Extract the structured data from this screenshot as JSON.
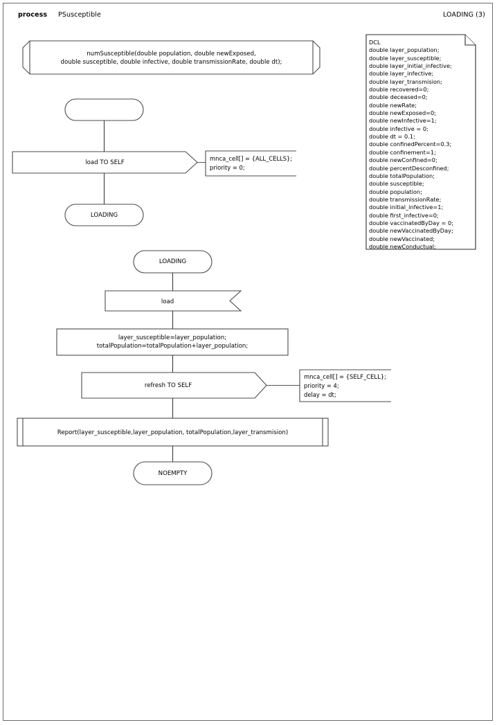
{
  "header": {
    "kind_label": "process",
    "process_name": "PSusceptible",
    "page_label": "LOADING (3)"
  },
  "diagram": {
    "procedure_header": {
      "line1": "numSusceptible(double population, double newExposed,",
      "line2": "double susceptible, double infective, double transmissionRate, double dt);"
    },
    "start_state": {
      "label": ""
    },
    "output_load_to_self": {
      "label": "load TO SELF"
    },
    "comment_load": {
      "line1": "mnca_cell[] = {ALL_CELLS};",
      "line2": "priority = 0;"
    },
    "state_loading_1": {
      "label": "LOADING"
    },
    "state_loading_2": {
      "label": "LOADING"
    },
    "input_load": {
      "label": "load"
    },
    "task_assign": {
      "line1": "layer_susceptible=layer_population;",
      "line2": "totalPopulation=totalPopulation+layer_population;"
    },
    "output_refresh_to_self": {
      "label": "refresh TO SELF"
    },
    "comment_refresh": {
      "line1": "mnca_cell[] = {SELF_CELL};",
      "line2": "priority = 4;",
      "line3": "delay = dt;"
    },
    "procedure_call_report": {
      "label": "Report(layer_susceptible,layer_population, totalPopulation,layer_transmision)"
    },
    "state_noempty": {
      "label": "NOEMPTY"
    }
  },
  "dcl_note": {
    "title": "DCL",
    "declarations": [
      "double layer_population;",
      "double layer_susceptible;",
      "double layer_initial_infective;",
      "double layer_infective;",
      "double layer_transmision;",
      "double recovered=0;",
      "double deceased=0;",
      "double newRate;",
      "double newExposed=0;",
      "double newInfective=1;",
      "double infective = 0;",
      "double dt = 0.1;",
      "double confinedPercent=0.3;",
      "double confinement=1;",
      "double newConfined=0;",
      "double percentDesconfined;",
      "double totalPopulation;",
      "double susceptible;",
      "double population;",
      "double transmissionRate;",
      "double initial_infective=1;",
      "double first_infective=0;",
      "double vaccinatedByDay = 0;",
      "double newVaccinatedByDay;",
      "double newVaccinated;",
      "double newConductual;"
    ]
  },
  "colors": {
    "stroke": "#4a4a4a",
    "frame": "#6b6b6b",
    "background": "#ffffff",
    "text": "#000000"
  }
}
